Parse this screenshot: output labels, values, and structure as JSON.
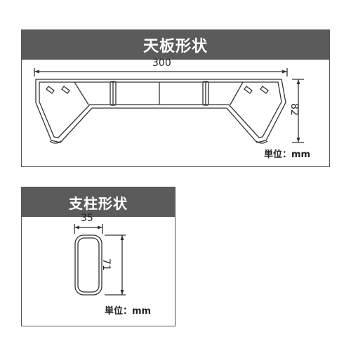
{
  "top_panel": {
    "title": "天板形状",
    "width_dim": "300",
    "height_dim": "82",
    "unit": "単位：mm"
  },
  "bottom_panel": {
    "title": "支柱形状",
    "width_dim": "35",
    "height_dim": "71",
    "unit": "単位：mm"
  }
}
